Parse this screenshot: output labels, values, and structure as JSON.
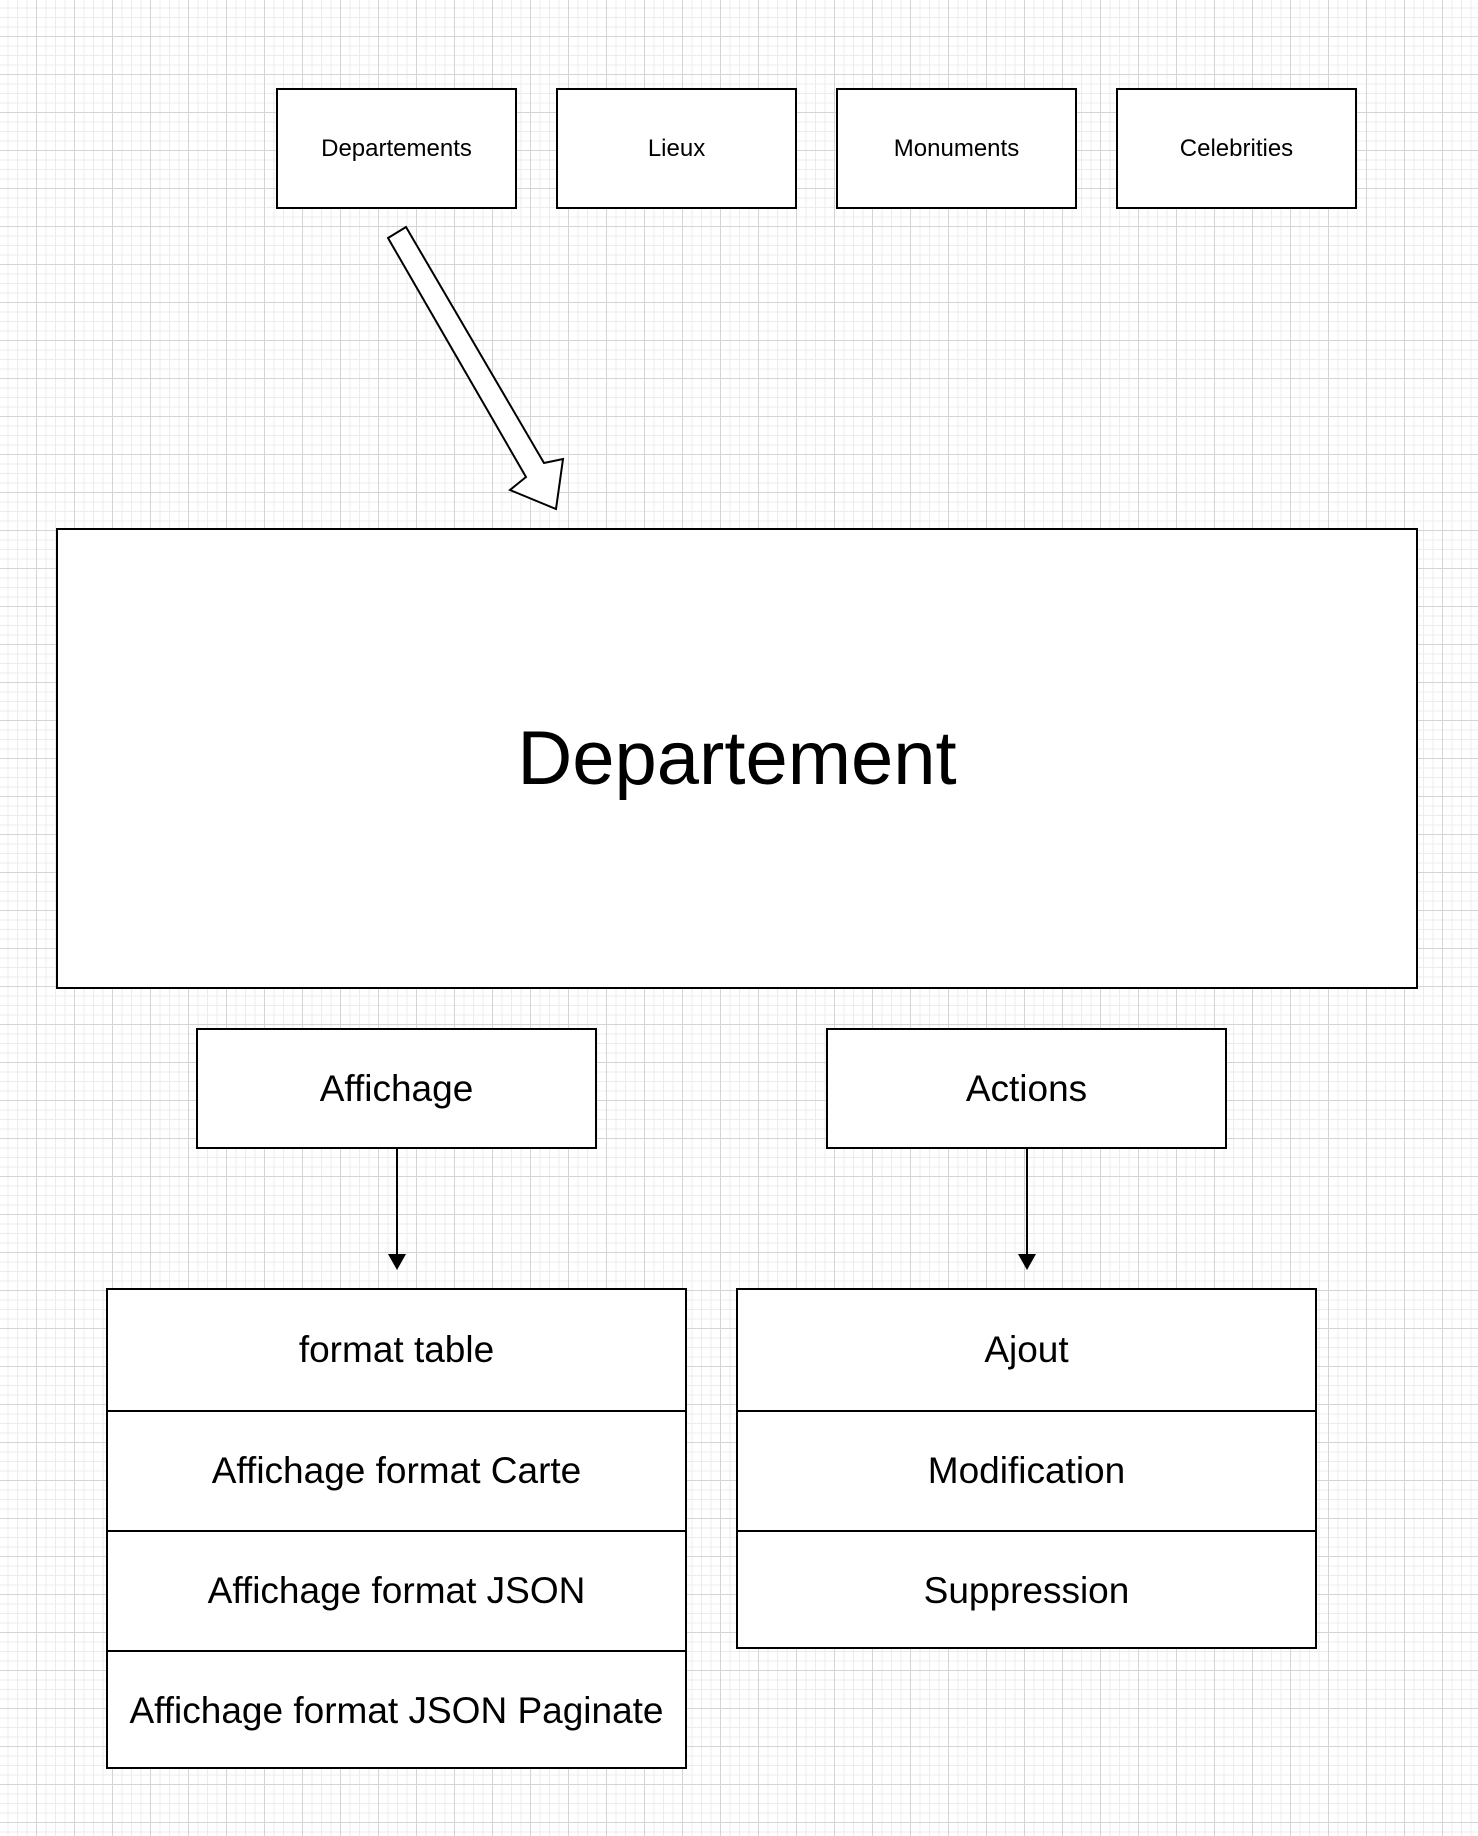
{
  "nav": {
    "departements": "Departements",
    "lieux": "Lieux",
    "monuments": "Monuments",
    "celebrities": "Celebrities"
  },
  "main": {
    "title": "Departement"
  },
  "sections": {
    "affichage": {
      "label": "Affichage",
      "items": [
        "format table",
        "Affichage format Carte",
        "Affichage format JSON",
        "Affichage format JSON Paginate"
      ]
    },
    "actions": {
      "label": "Actions",
      "items": [
        "Ajout",
        "Modification",
        "Suppression"
      ]
    }
  },
  "colors": {
    "stroke": "#000000",
    "fill": "#ffffff",
    "grid_major": "#d4d4d4",
    "grid_minor": "#ececec"
  }
}
